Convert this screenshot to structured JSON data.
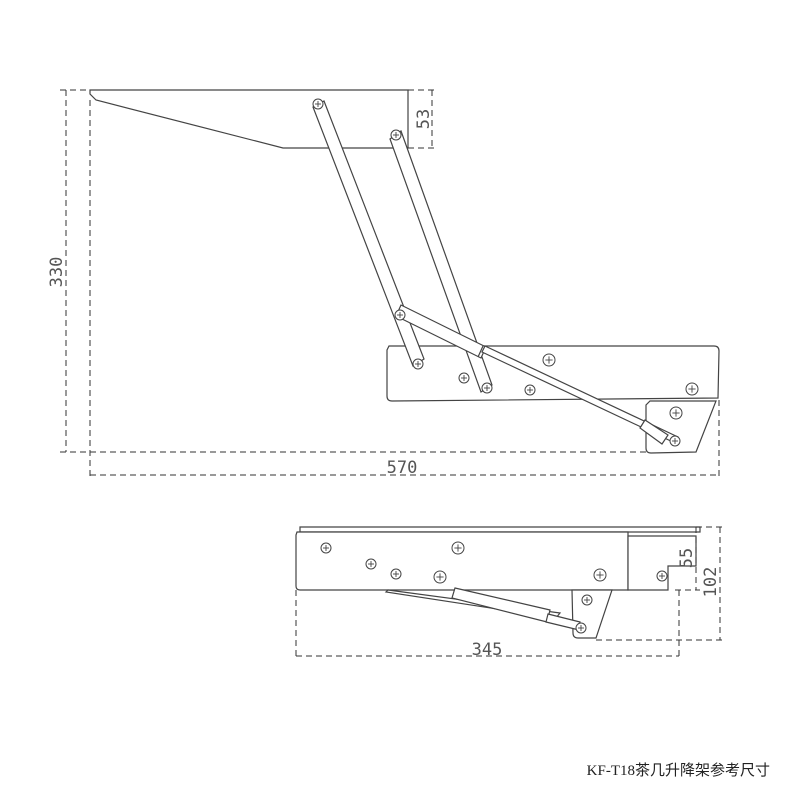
{
  "diagram": {
    "dimensions": {
      "raised_height": "330",
      "raised_width": "570",
      "top_plate_height": "53",
      "folded_width": "345",
      "folded_plate_height": "55",
      "folded_total_height": "102"
    },
    "caption": "KF-T18茶几升降架参考尺寸"
  }
}
